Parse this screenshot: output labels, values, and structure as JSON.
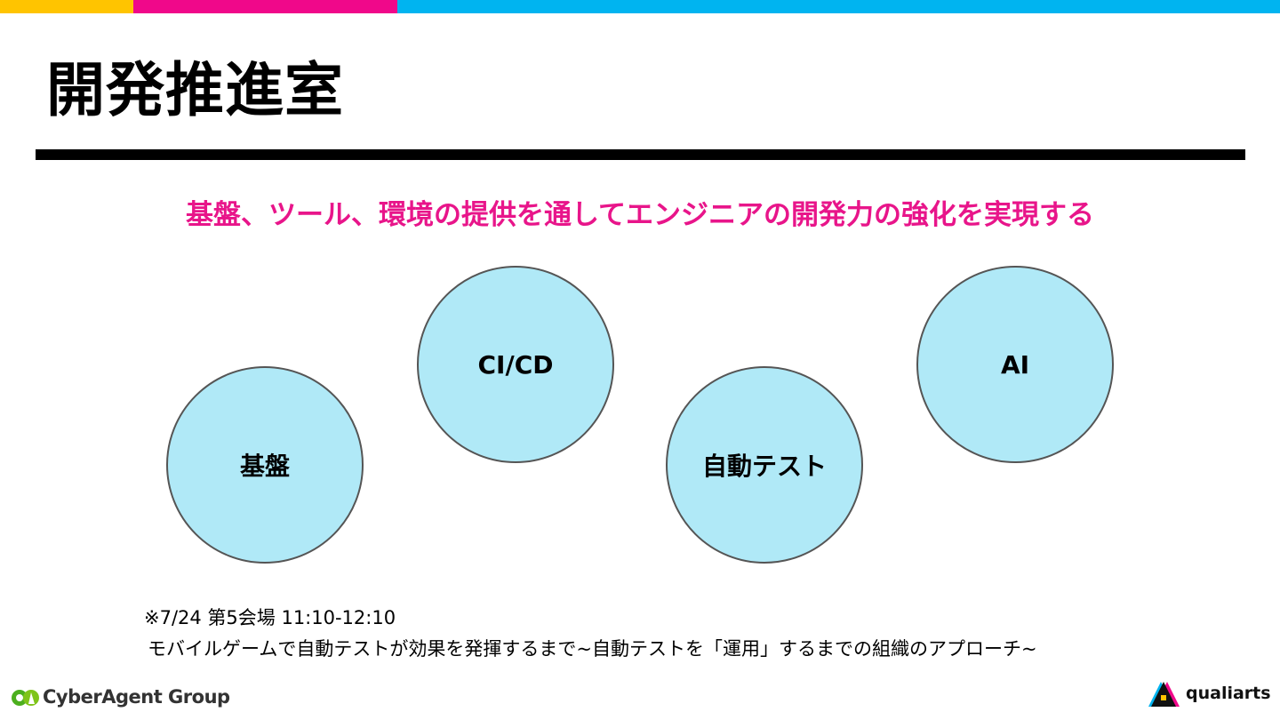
{
  "colors": {
    "accent_pink": "#E8158A",
    "circle_fill": "#B0E9F7",
    "bar_yellow": "#FFC400",
    "bar_pink": "#F0088A",
    "bar_blue": "#00B4F0"
  },
  "slide": {
    "title": "開発推進室",
    "subtitle": "基盤、ツール、環境の提供を通してエンジニアの開発力の強化を実現する"
  },
  "circles": [
    {
      "label": "基盤"
    },
    {
      "label": "CI/CD"
    },
    {
      "label": "自動テスト"
    },
    {
      "label": "AI"
    }
  ],
  "footer": {
    "note_line1": "※7/24 第5会場 11:10-12:10",
    "note_line2": "モバイルゲームで自動テストが効果を発揮するまで~自動テストを「運用」するまでの組織のアプローチ~",
    "logo_left_text": "CyberAgent Group",
    "logo_left_icon": "cyberagent-logo-icon",
    "logo_right_text": "qualiarts",
    "logo_right_icon": "qualiarts-logo-icon"
  }
}
